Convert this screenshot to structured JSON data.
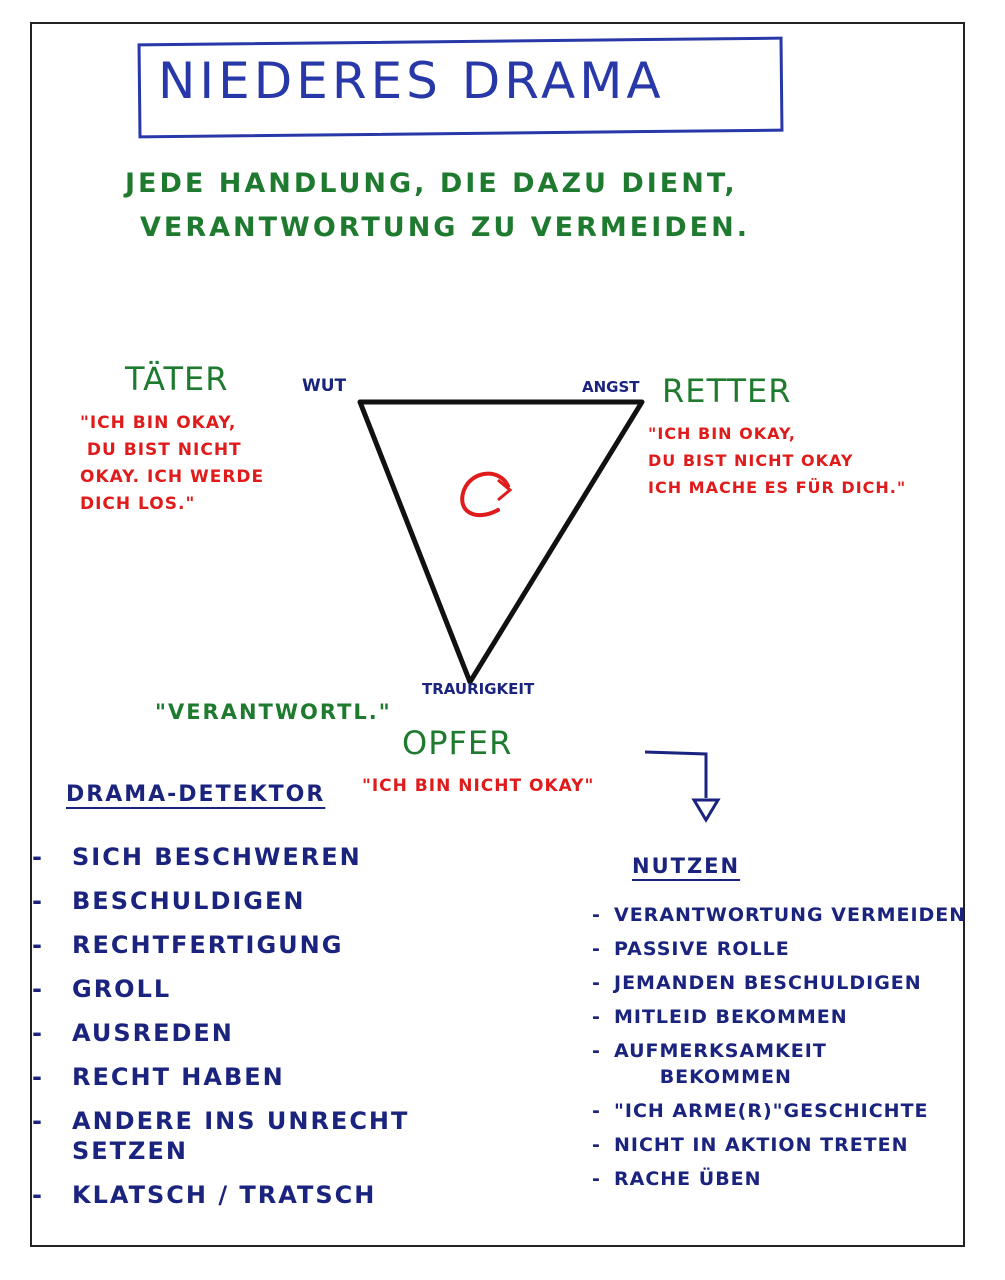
{
  "title": "NIEDERES DRAMA",
  "subtitle": {
    "line1": "JEDE HANDLUNG, DIE DAZU DIENT,",
    "line2": "VERANTWORTUNG ZU VERMEIDEN."
  },
  "triangle": {
    "center_symbol": "↻",
    "corners": {
      "top_left_emotion": "WUT",
      "top_right_emotion": "ANGST",
      "bottom_emotion": "TRAURIGKEIT"
    }
  },
  "roles": {
    "taeter": {
      "label": "TÄTER",
      "quote": "\"ICH BIN OKAY,\n DU BIST NICHT\nOKAY. ICH WERDE\nDICH LOS.\""
    },
    "retter": {
      "label": "RETTER",
      "quote": "\"ICH BIN OKAY,\nDU BIST NICHT OKAY\nICH MACHE ES FÜR DICH.\""
    },
    "opfer": {
      "label": "OPFER",
      "quote": "\"ICH BIN NICHT OKAY\"",
      "side_note": "\"VERANTWORTL.\""
    }
  },
  "detector": {
    "heading": "DRAMA-DETEKTOR",
    "items": [
      "SICH BESCHWEREN",
      "BESCHULDIGEN",
      "RECHTFERTIGUNG",
      "GROLL",
      "AUSREDEN",
      "RECHT HABEN",
      "ANDERE INS UNRECHT\nSETZEN",
      "KLATSCH / TRATSCH"
    ]
  },
  "nutzen": {
    "heading": "NUTZEN",
    "items": [
      "VERANTWORTUNG VERMEIDEN",
      "PASSIVE ROLLE",
      "JEMANDEN BESCHULDIGEN",
      "MITLEID BEKOMMEN",
      "AUFMERKSAMKEIT\n      BEKOMMEN",
      "\"ICH ARME(R)\"GESCHICHTE",
      "NICHT IN AKTION TRETEN",
      "RACHE ÜBEN"
    ]
  },
  "colors": {
    "title": "#2838a8",
    "green": "#1e7a2e",
    "red": "#e01b1b",
    "blue": "#1a237e",
    "black": "#1a1a1a"
  }
}
